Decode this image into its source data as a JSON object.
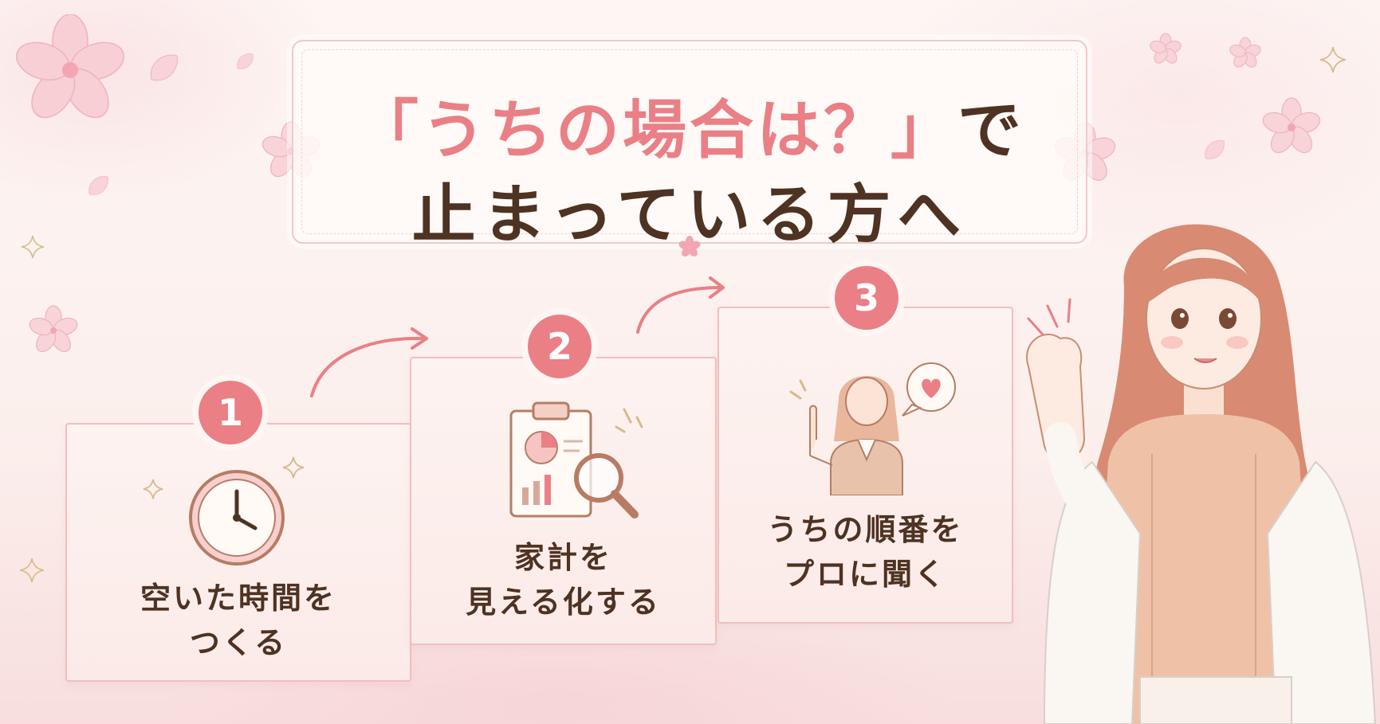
{
  "title": {
    "line1_main": "「うちの場合は？」",
    "line1_tail": "で",
    "line2": "止まっている方へ"
  },
  "steps": [
    {
      "number": "1",
      "line1": "空いた時間を",
      "line2": "つくる",
      "icon": "clock-icon"
    },
    {
      "number": "2",
      "line1": "家計を",
      "line2": "見える化する",
      "icon": "clipboard-chart-magnifier-icon"
    },
    {
      "number": "3",
      "line1": "うちの順番を",
      "line2": "プロに聞く",
      "icon": "consultant-woman-icon"
    }
  ],
  "colors": {
    "accent": "#ea7f86",
    "text": "#4e3222",
    "card_border": "#f0bfc0",
    "background": "#fdf6f3"
  },
  "illustration": "smiling-woman-fist-pump"
}
